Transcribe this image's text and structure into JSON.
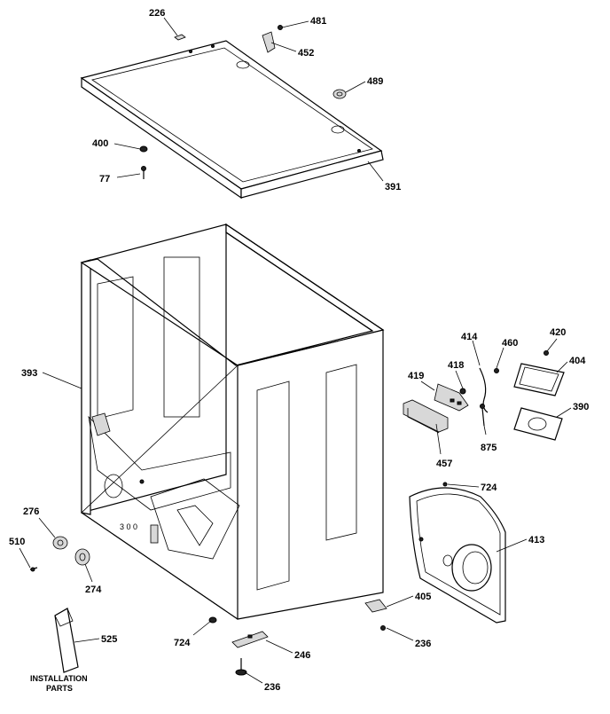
{
  "labels": {
    "p226": "226",
    "p481": "481",
    "p452": "452",
    "p489": "489",
    "p400": "400",
    "p77": "77",
    "p391": "391",
    "p393": "393",
    "p414": "414",
    "p460": "460",
    "p420": "420",
    "p404": "404",
    "p418": "418",
    "p419": "419",
    "p390": "390",
    "p875": "875",
    "p457": "457",
    "p724a": "724",
    "p413": "413",
    "p276": "276",
    "p510": "510",
    "p274": "274",
    "p405": "405",
    "p525": "525",
    "p724b": "724",
    "p236a": "236",
    "p246": "246",
    "p236b": "236",
    "install_line1": "INSTALLATION",
    "install_line2": "PARTS"
  }
}
